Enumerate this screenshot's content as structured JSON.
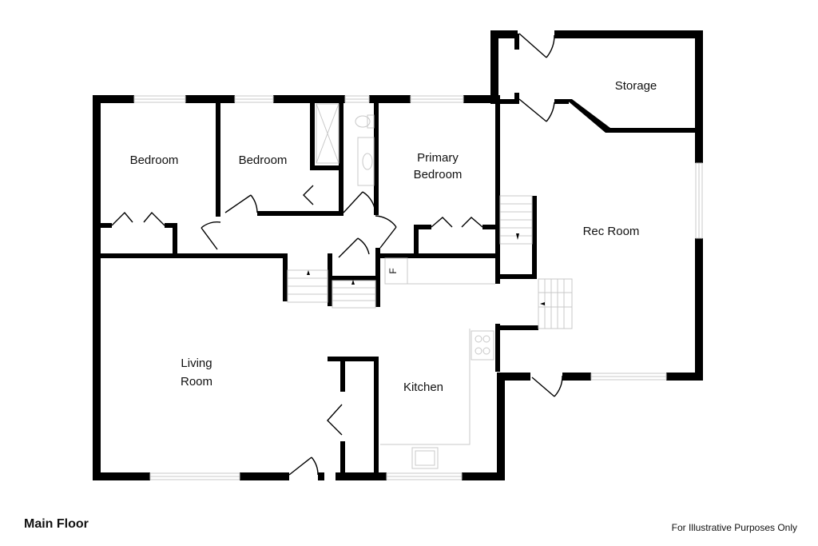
{
  "floor_title": "Main Floor",
  "disclaimer": "For Illustrative Purposes Only",
  "rooms": {
    "bedroom_1": "Bedroom",
    "bedroom_2": "Bedroom",
    "primary_bedroom_line1": "Primary",
    "primary_bedroom_line2": "Bedroom",
    "storage": "Storage",
    "rec_room": "Rec Room",
    "living_room_line1": "Living",
    "living_room_line2": "Room",
    "kitchen": "Kitchen"
  },
  "fixtures": {
    "furnace_label": "F"
  },
  "colors": {
    "wall": "#000000",
    "fixture_line": "#c8c8c8",
    "background": "#ffffff"
  }
}
